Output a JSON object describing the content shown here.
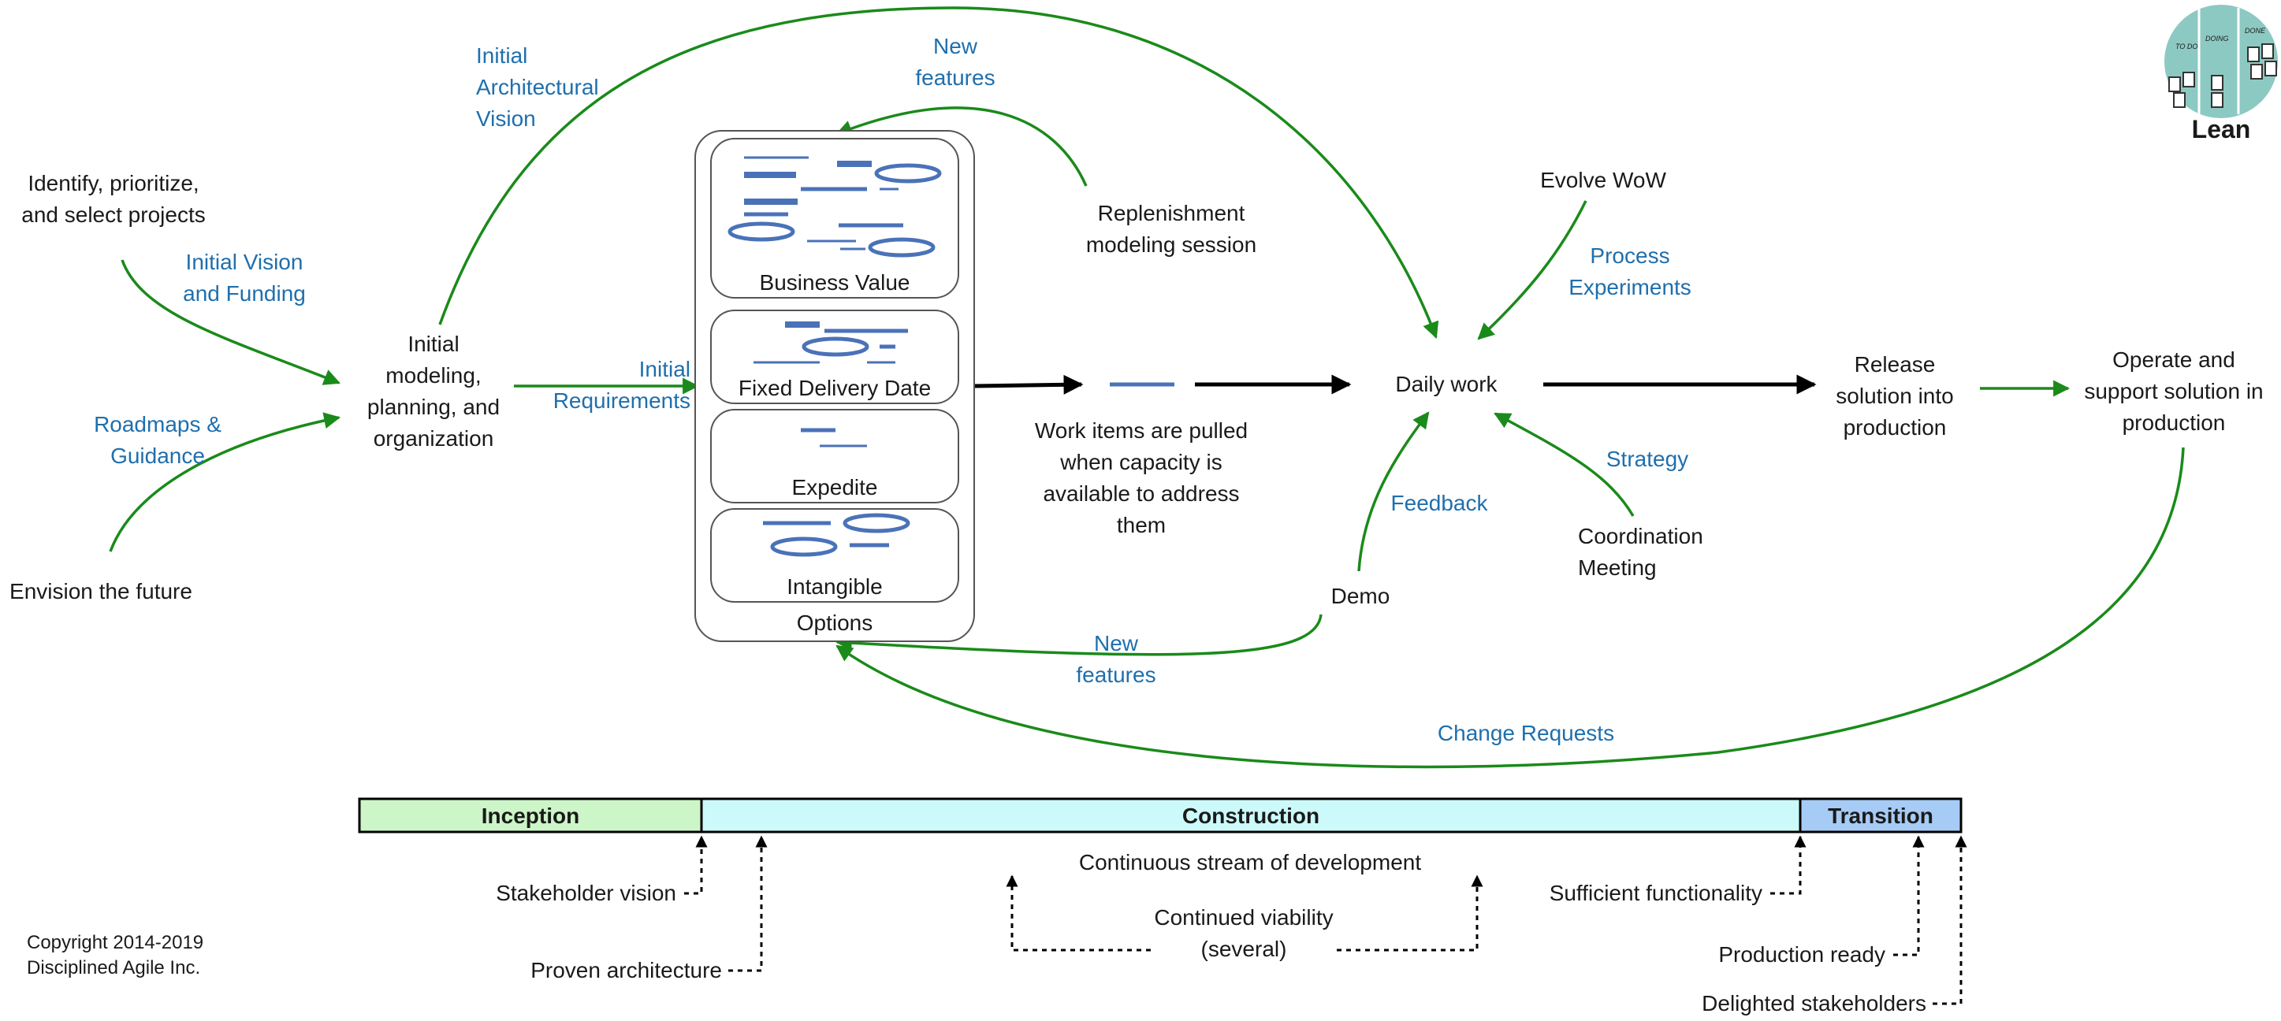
{
  "logo": {
    "label": "Lean",
    "board": [
      "TO DO",
      "DOING",
      "DONE"
    ]
  },
  "inputs": {
    "identify": [
      "Identify, prioritize,",
      "and select projects"
    ],
    "initial_vision": [
      "Initial Vision",
      "and Funding"
    ],
    "roadmaps": [
      "Roadmaps &",
      "Guidance"
    ],
    "envision": "Envision the future"
  },
  "initial_modeling": [
    "Initial",
    "modeling,",
    "planning, and",
    "organization"
  ],
  "initial_arch_vision": [
    "Initial",
    "Architectural",
    "Vision"
  ],
  "initial_requirements": [
    "Initial",
    "Requirements"
  ],
  "new_features_top": [
    "New",
    "features"
  ],
  "replenishment": [
    "Replenishment",
    "modeling session"
  ],
  "options": {
    "title": "Options",
    "cards": [
      "Business Value",
      "Fixed Delivery Date",
      "Expedite",
      "Intangible"
    ]
  },
  "work_items": [
    "Work items are pulled",
    "when capacity is",
    "available to address",
    "them"
  ],
  "daily_work": "Daily work",
  "evolve_wow": "Evolve WoW",
  "process_experiments": [
    "Process",
    "Experiments"
  ],
  "strategy": "Strategy",
  "coordination": [
    "Coordination",
    "Meeting"
  ],
  "feedback": "Feedback",
  "demo": "Demo",
  "new_features_bottom": [
    "New",
    "features"
  ],
  "release": [
    "Release",
    "solution into",
    "production"
  ],
  "operate": [
    "Operate and",
    "support solution in",
    "production"
  ],
  "change_requests": "Change Requests",
  "phases": {
    "inception": "Inception",
    "construction": "Construction",
    "transition": "Transition",
    "colors": {
      "inception": "#ccf5c8",
      "construction": "#ccfafa",
      "transition": "#a6cbf5"
    }
  },
  "milestones": {
    "stakeholder_vision": "Stakeholder vision",
    "proven_architecture": "Proven architecture",
    "continuous_stream": "Continuous stream of development",
    "continued_viability": [
      "Continued viability",
      "(several)"
    ],
    "sufficient_functionality": "Sufficient functionality",
    "production_ready": "Production ready",
    "delighted_stakeholders": "Delighted stakeholders"
  },
  "copyright": [
    "Copyright 2014-2019",
    "Disciplined Agile Inc."
  ],
  "colors": {
    "green_arrow": "#1a8a1a",
    "label_blue": "#1f6fad",
    "card_blue": "#4a72b8",
    "logo_teal": "#8cc9c2"
  }
}
